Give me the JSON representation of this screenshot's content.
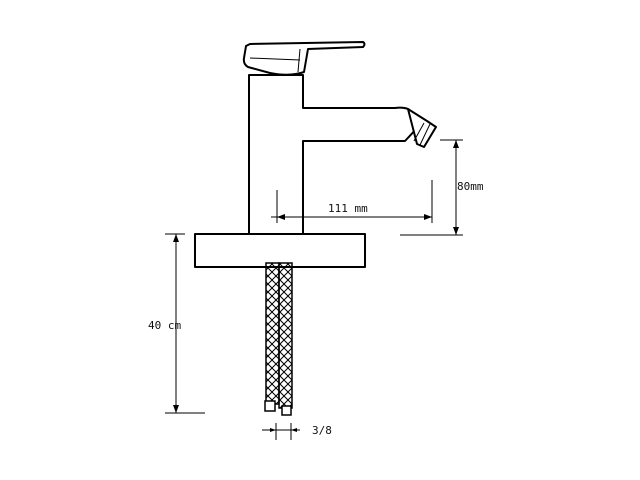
{
  "dimensions": {
    "spout_length": "111 mm",
    "spout_height": "80mm",
    "hose_length": "40 cm",
    "hose_connector": "3/8"
  }
}
